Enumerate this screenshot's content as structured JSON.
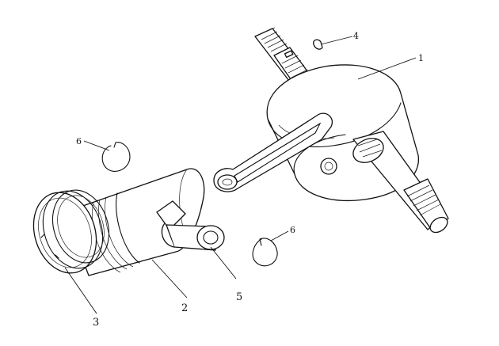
{
  "callouts": {
    "crankshaft": "1",
    "piston": "2",
    "piston_rings": "3",
    "woodruff_key": "4",
    "piston_pin": "5",
    "circlip_left": "6",
    "circlip_right": "6"
  }
}
